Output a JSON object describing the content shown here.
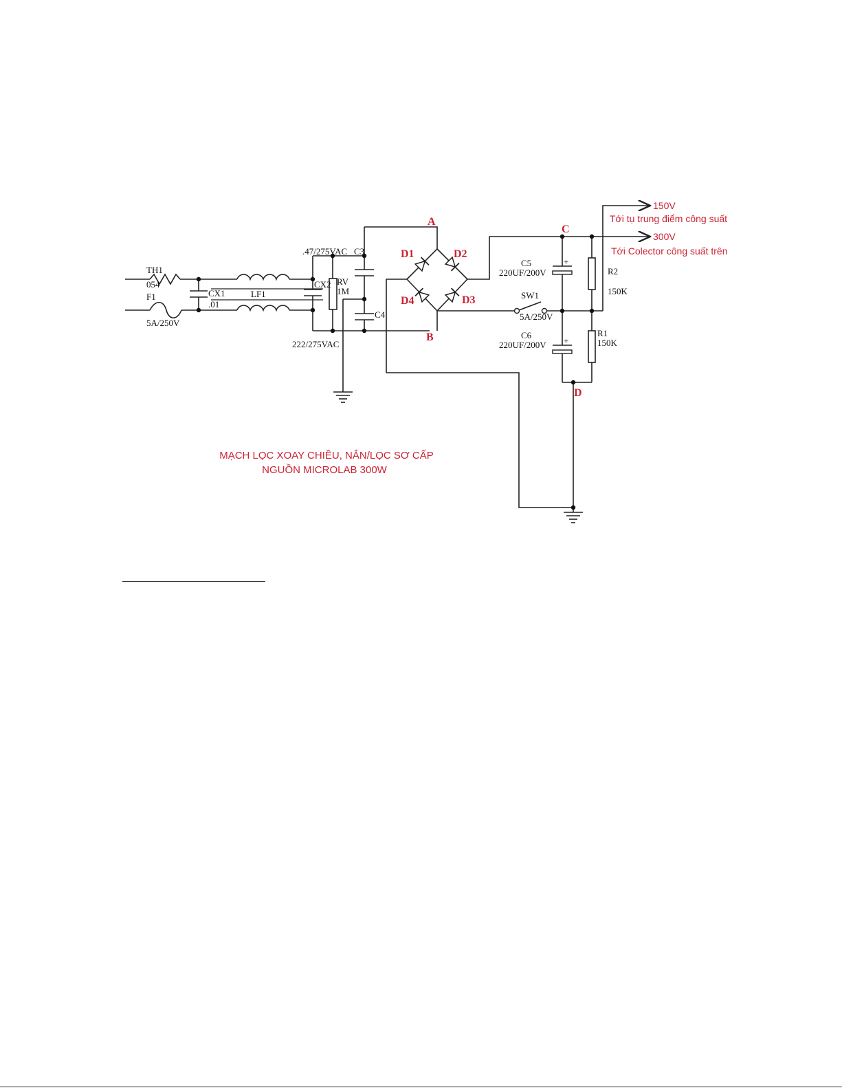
{
  "components": {
    "th1": {
      "ref": "TH1",
      "value": "054"
    },
    "f1": {
      "ref": "F1",
      "value": "5A/250V"
    },
    "cx1": {
      "ref": "CX1",
      "value": ".01"
    },
    "lf1": {
      "ref": "LF1"
    },
    "cx2": {
      "ref": "CX2"
    },
    "rv": {
      "ref": "RV",
      "value": "1M"
    },
    "c3": {
      "ref": "C3",
      "value": ".47/275VAC"
    },
    "c4": {
      "ref": "C4",
      "value": "222/275VAC"
    },
    "d1": {
      "ref": "D1"
    },
    "d2": {
      "ref": "D2"
    },
    "d3": {
      "ref": "D3"
    },
    "d4": {
      "ref": "D4"
    },
    "sw1": {
      "ref": "SW1",
      "value": "5A/250V"
    },
    "c5": {
      "ref": "C5",
      "value": "220UF/200V"
    },
    "c6": {
      "ref": "C6",
      "value": "220UF/200V"
    },
    "r2": {
      "ref": "R2",
      "value": "150K"
    },
    "r1": {
      "ref": "R1",
      "value": "150K"
    },
    "cap_plus": "+"
  },
  "nodes": {
    "a": "A",
    "b": "B",
    "c": "C",
    "d": "D"
  },
  "outputs": {
    "out150": {
      "voltage": "150V",
      "desc": "Tới tụ trung điểm công suất"
    },
    "out300": {
      "voltage": "300V",
      "desc": "Tới Colector công suất trên"
    }
  },
  "caption": {
    "line1": "MẠCH LỌC XOAY CHIỀU, NẮN/LỌC SƠ CẤP",
    "line2": "NGUỒN MICROLAB 300W"
  },
  "colors": {
    "wire": "#222222",
    "annotation": "#cc2233"
  }
}
